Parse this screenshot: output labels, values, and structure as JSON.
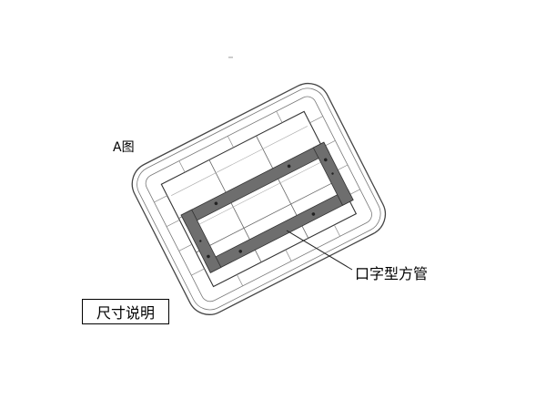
{
  "figure": {
    "view_label": "A图",
    "callout_label": "口字型方管",
    "dimension_box_label": "尺寸说明"
  },
  "colors": {
    "line": "#555555",
    "tube_fill": "#6e6e6e",
    "background": "#ffffff"
  }
}
